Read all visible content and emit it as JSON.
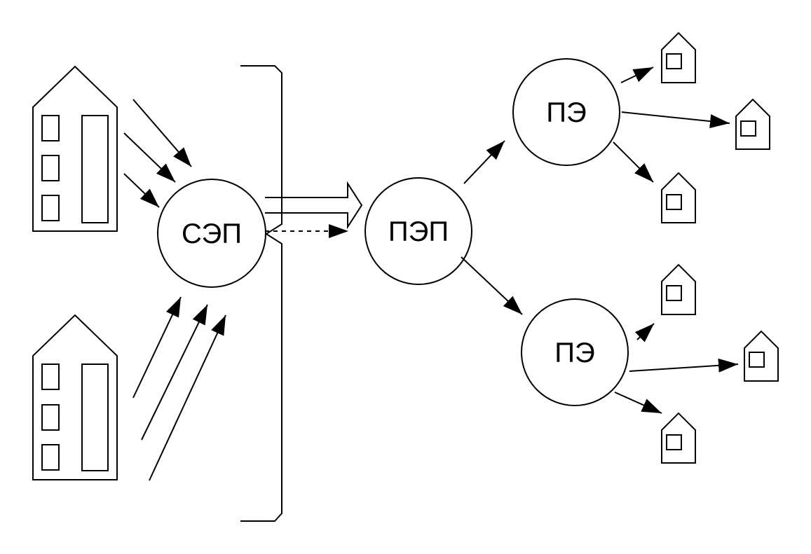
{
  "nodes": {
    "sep": "СЭП",
    "pep": "ПЭП",
    "pe_top": "ПЭ",
    "pe_bottom": "ПЭ"
  },
  "colors": {
    "stroke": "#000000",
    "background": "#ffffff"
  },
  "icons": [
    "building-icon",
    "house-icon",
    "arrow-icon",
    "bracket-icon"
  ]
}
